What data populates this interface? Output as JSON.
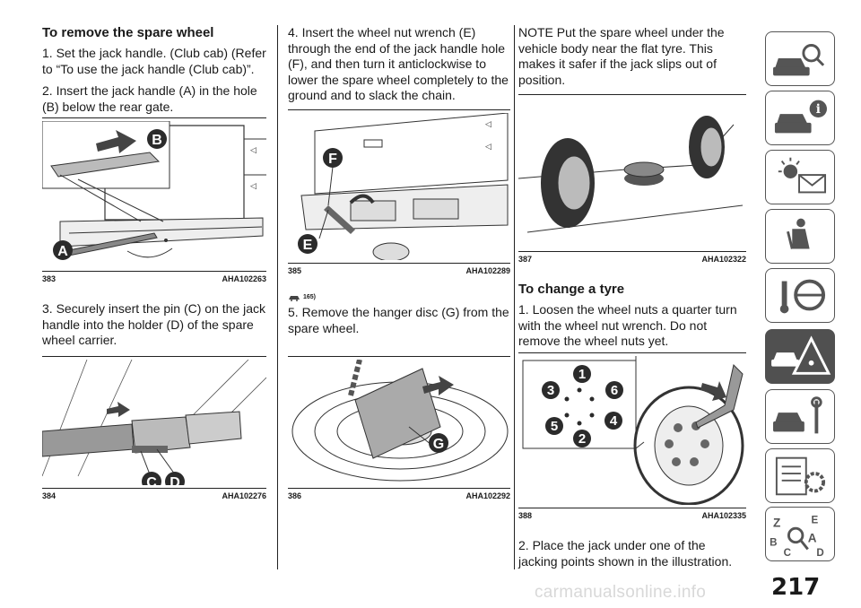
{
  "col1": {
    "heading": "To remove the spare wheel",
    "step1": "1. Set the jack handle. (Club cab) (Refer to “To use the jack handle (Club cab)”.",
    "step2": "2. Insert the jack handle (A) in the hole (B) below the rear gate.",
    "fig383": {
      "num": "383",
      "code": "AHA102263",
      "labels": [
        "A",
        "B"
      ]
    },
    "step3": "3. Securely insert the pin (C) on the jack handle into the holder (D) of the spare wheel carrier.",
    "fig384": {
      "num": "384",
      "code": "AHA102276",
      "labels": [
        "C",
        "D"
      ]
    }
  },
  "col2": {
    "step4": "4. Insert the wheel nut wrench (E) through the end of the jack handle hole (F), and then turn it anticlockwise to lower the spare wheel completely to the ground and to slack the chain.",
    "fig385": {
      "num": "385",
      "code": "AHA102289",
      "labels": [
        "E",
        "F"
      ]
    },
    "note_ref": "165)",
    "step5": "5. Remove the hanger disc (G) from the spare wheel.",
    "fig386": {
      "num": "386",
      "code": "AHA102292",
      "labels": [
        "G"
      ]
    }
  },
  "col3": {
    "note": "NOTE  Put the spare wheel under the vehicle body near the flat tyre. This makes it safer if the jack slips out of position.",
    "fig387": {
      "num": "387",
      "code": "AHA102322"
    },
    "heading": "To change a tyre",
    "step1": "1. Loosen the wheel nuts a quarter turn with the wheel nut wrench. Do not remove the wheel nuts yet.",
    "fig388": {
      "num": "388",
      "code": "AHA102335",
      "labels": [
        "1",
        "2",
        "3",
        "4",
        "5",
        "6"
      ]
    },
    "step2": "2. Place the jack under one of the jacking points shown in the illustration."
  },
  "sidebar": {
    "tabs": [
      {
        "icon": "car-search-icon"
      },
      {
        "icon": "car-info-icon"
      },
      {
        "icon": "warning-lights-message-icon"
      },
      {
        "icon": "seat-airbag-icon"
      },
      {
        "icon": "key-steering-wheel-icon"
      },
      {
        "icon": "emergency-warning-triangle-icon",
        "active": true
      },
      {
        "icon": "car-service-tools-icon"
      },
      {
        "icon": "specifications-gear-icon"
      },
      {
        "icon": "alphabetical-index-icon"
      }
    ]
  },
  "page_number": "217",
  "watermark": "carmanualsonline.info",
  "colors": {
    "active_tab": "#505050",
    "text": "#1a1a1a",
    "badge": "#2b2b2b"
  }
}
